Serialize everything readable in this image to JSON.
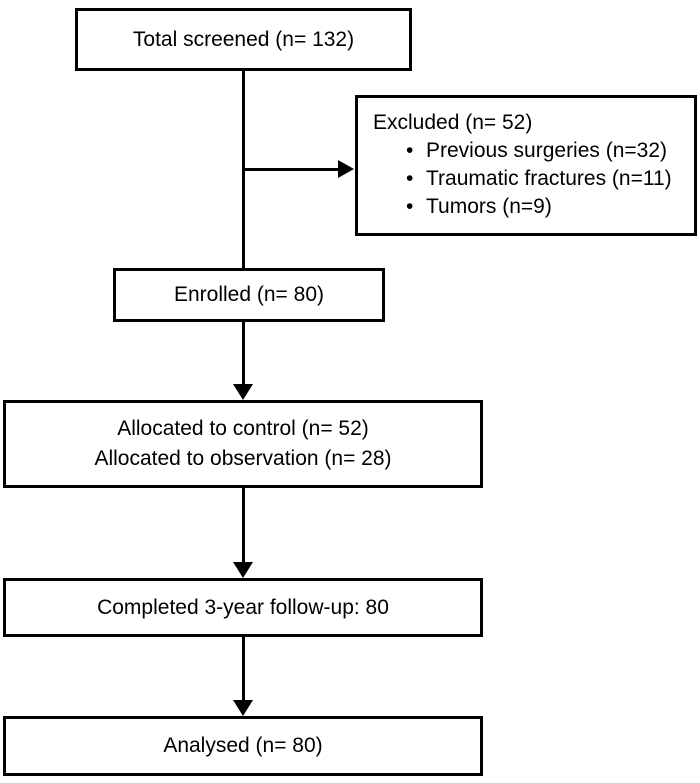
{
  "diagram": {
    "colors": {
      "line": "#000000",
      "box_background": "#ffffff",
      "text": "#000000"
    },
    "nodes": {
      "total_screened": {
        "label": "Total screened (n= 132)"
      },
      "excluded": {
        "label": "Excluded (n= 52)",
        "bullet_char": "•",
        "items": [
          "Previous surgeries (n=32)",
          "Traumatic fractures (n=11)",
          "Tumors (n=9)"
        ]
      },
      "enrolled": {
        "label": "Enrolled (n= 80)"
      },
      "allocated": {
        "line1": "Allocated to control (n= 52)",
        "line2": "Allocated to observation (n= 28)"
      },
      "completed_followup": {
        "label": "Completed 3-year follow-up: 80"
      },
      "analysed": {
        "label": "Analysed (n= 80)"
      }
    }
  }
}
